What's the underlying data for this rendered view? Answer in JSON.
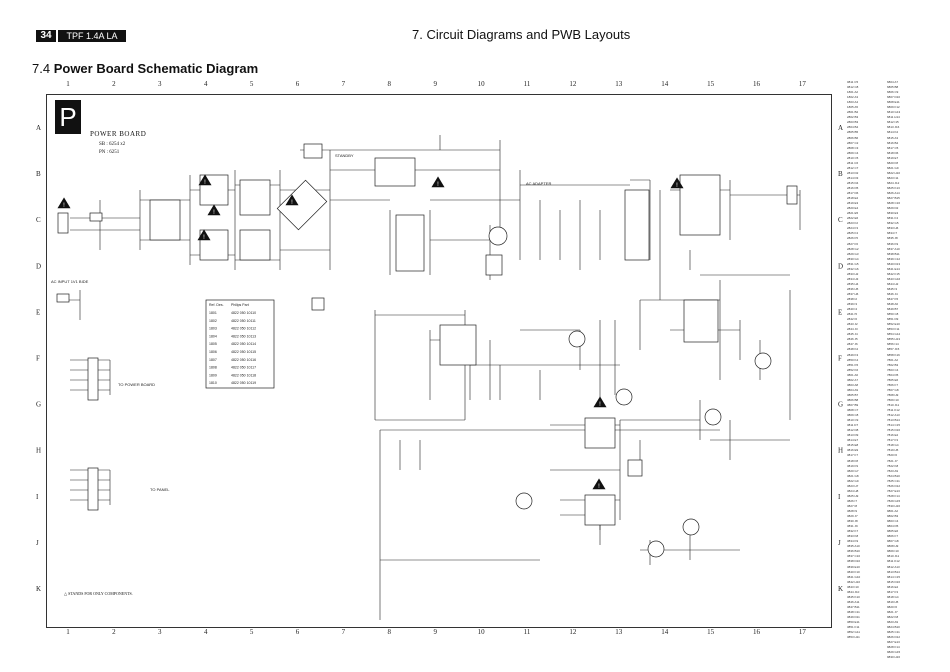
{
  "header": {
    "page_number": "34",
    "model": "TPF 1.4A LA",
    "section_title": "7. Circuit Diagrams and PWB Layouts"
  },
  "document": {
    "title_number": "7.4",
    "title_text": "Power Board Schematic Diagram"
  },
  "diagram": {
    "badge": "P",
    "board_name": "POWER BOARD",
    "board_info_1": "SB : 6254 x2",
    "board_info_2": "PN : 6251",
    "footnote": "STANDS FOR ONLY COMPONENTS.",
    "column_labels": [
      "1",
      "2",
      "3",
      "4",
      "5",
      "6",
      "7",
      "8",
      "9",
      "10",
      "11",
      "12",
      "13",
      "14",
      "15",
      "16",
      "17"
    ],
    "row_labels": [
      "A",
      "B",
      "C",
      "D",
      "E",
      "F",
      "G",
      "H",
      "I",
      "J",
      "K"
    ],
    "net_labels": {
      "ac_adapter": "AC ADAPTER",
      "ac_input": "AC INPUT 1V1 BIDE",
      "to_power_board_i": "TO POWER BOARD",
      "to_panel": "TO PANEL",
      "standby": "STANDBY"
    },
    "bom_table_header": [
      "Ref. Des.",
      "Philips Part"
    ],
    "bom_table_rows": [
      [
        "1801",
        "4822 050 10110"
      ],
      [
        "1802",
        "4822 050 10111"
      ],
      [
        "1803",
        "4822 050 10112"
      ],
      [
        "1804",
        "4822 050 10113"
      ],
      [
        "1805",
        "4822 050 10114"
      ],
      [
        "1806",
        "4822 050 10115"
      ],
      [
        "1807",
        "4822 050 10116"
      ],
      [
        "1808",
        "4822 050 10117"
      ],
      [
        "1809",
        "4822 050 10118"
      ],
      [
        "1810",
        "4822 050 10119"
      ]
    ],
    "warning_symbol": "!"
  },
  "reference_list": {
    "columns": [
      [
        "0811 C5",
        "0812 C8",
        "1801 A2",
        "1802 A3",
        "1803 A4",
        "1805 A5",
        "2801 B2",
        "2802 B3",
        "2803 B3",
        "2804 B4",
        "2805 B5",
        "2806 B6",
        "2807 C2",
        "2808 C3",
        "2809 C4",
        "2810 C5",
        "2811 C6",
        "2812 C7",
        "2813 D2",
        "2814 D3",
        "2815 D4",
        "2816 D5",
        "2817 D6",
        "2818 E2",
        "2819 E3",
        "2820 E4",
        "2821 E5",
        "2822 E6",
        "2823 F2",
        "2824 F3",
        "2825 F4",
        "2826 F5",
        "2827 F6",
        "2828 G2",
        "2829 G3",
        "2830 G4",
        "2831 G5",
        "2832 G6",
        "2833 H2",
        "2834 H3",
        "2835 H4",
        "2836 H5",
        "2837 H6",
        "2838 I2",
        "2839 I3",
        "2840 I4",
        "2841 I5",
        "2842 I6",
        "2843 J2",
        "2844 J3",
        "2845 J4",
        "2846 J5",
        "2847 J6",
        "2848 K2",
        "2849 K3",
        "2850 K4",
        "2851 K5",
        "2852 K6",
        "3801 A6",
        "3802 A7",
        "3803 A8",
        "3804 A9",
        "3805 B7",
        "3806 B8",
        "3807 B9",
        "3808 C7",
        "3809 C8",
        "3810 C9",
        "3811 D7",
        "3812 D8",
        "3813 D9",
        "3814 E7",
        "3815 E8",
        "3816 E9",
        "3817 F7",
        "3818 F8",
        "3819 F9",
        "3820 G7",
        "3821 G8",
        "3822 G9",
        "3823 H7",
        "3824 H8",
        "3825 H9",
        "3826 I7",
        "3827 I8",
        "3828 I9",
        "3829 J7",
        "3830 J8",
        "3831 J9",
        "3832 K7",
        "3833 K8",
        "3834 K9",
        "3835 A10",
        "3836 B10",
        "3837 C10",
        "3838 D10",
        "3839 E10",
        "3840 F10",
        "3841 G10",
        "3842 H10",
        "3843 I10",
        "3844 J10",
        "3845 K10",
        "3846 A11",
        "3847 B11",
        "3848 C11",
        "3849 D11",
        "3850 E11",
        "3851 F11",
        "3852 G11",
        "3853 H11"
      ],
      [
        "6804 A7",
        "6805 B8",
        "6806 C9",
        "6807 D10",
        "6808 E11",
        "6809 F12",
        "6810 G13",
        "6811 H14",
        "6812 I15",
        "6813 J16",
        "6814 K2",
        "6815 A3",
        "6816 B4",
        "6817 C5",
        "6818 D6",
        "6819 E7",
        "6820 F8",
        "6821 G9",
        "6822 H10",
        "6823 I11",
        "6824 J12",
        "6825 K13",
        "6826 A14",
        "6827 B15",
        "6828 C16",
        "6829 D2",
        "6830 E3",
        "6831 F4",
        "6832 G5",
        "6833 H6",
        "6834 I7",
        "6835 J8",
        "6836 K9",
        "6837 A10",
        "6838 B11",
        "6839 C12",
        "6840 D13",
        "6841 E14",
        "6842 F15",
        "6843 G16",
        "6844 H2",
        "6845 I3",
        "6846 J4",
        "6847 K5",
        "6848 A6",
        "6849 B7",
        "6850 C8",
        "6851 D9",
        "6852 E10",
        "6853 F11",
        "6854 G12",
        "6855 H13",
        "6856 I14",
        "6857 J15",
        "6858 K16",
        "7801 A2",
        "7802 B3",
        "7803 C4",
        "7804 D5",
        "7805 E6",
        "7806 F7",
        "7807 G8",
        "7808 H9",
        "7809 I10",
        "7810 J11",
        "7811 K12",
        "7812 A13",
        "7813 B14",
        "7814 C15",
        "7815 D16",
        "7816 E2",
        "7817 F3",
        "7818 G4",
        "7819 H5",
        "7820 I6",
        "7821 J7",
        "7822 K8",
        "7823 A9",
        "7824 B10",
        "7825 C11",
        "7826 D12",
        "7827 E13",
        "7828 F14",
        "7829 G15",
        "7830 H16",
        "9801 A2",
        "9802 B3",
        "9803 C4",
        "9804 D5",
        "9805 E6",
        "9806 F7",
        "9807 G8",
        "9808 H9",
        "9809 I10",
        "9810 J11",
        "9811 K12",
        "9812 A13",
        "9813 B14",
        "9814 C15",
        "9815 D16",
        "9816 E2",
        "9817 F3",
        "9818 G4",
        "9819 H5",
        "9820 I6",
        "9821 J7",
        "9822 K8",
        "9823 A9",
        "9824 B10",
        "9825 C11",
        "9826 D12",
        "9827 E13",
        "9828 F14",
        "9829 G15",
        "9830 H16"
      ]
    ]
  }
}
